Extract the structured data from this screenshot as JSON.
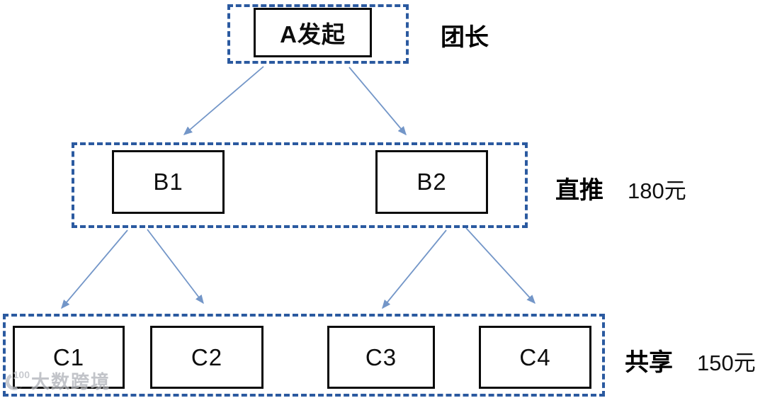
{
  "diagram": {
    "nodes": {
      "a": {
        "label": "A发起"
      },
      "b1": {
        "label": "B1"
      },
      "b2": {
        "label": "B2"
      },
      "c1": {
        "label": "C1"
      },
      "c2": {
        "label": "C2"
      },
      "c3": {
        "label": "C3"
      },
      "c4": {
        "label": "C4"
      }
    },
    "tiers": [
      {
        "role": "团长",
        "amount": ""
      },
      {
        "role": "直推",
        "amount": "180元"
      },
      {
        "role": "共享",
        "amount": "150元"
      }
    ],
    "edges": [
      {
        "from": "a",
        "to": "b1"
      },
      {
        "from": "a",
        "to": "b2"
      },
      {
        "from": "b1",
        "to": "c1"
      },
      {
        "from": "b1",
        "to": "c2"
      },
      {
        "from": "b2",
        "to": "c3"
      },
      {
        "from": "b2",
        "to": "c4"
      }
    ],
    "colors": {
      "dashed_border": "#2b5aa0",
      "arrow": "#7396c8",
      "box_border": "#0a0a0a"
    }
  },
  "watermark": {
    "logo": "100",
    "text": "大数跨境"
  }
}
